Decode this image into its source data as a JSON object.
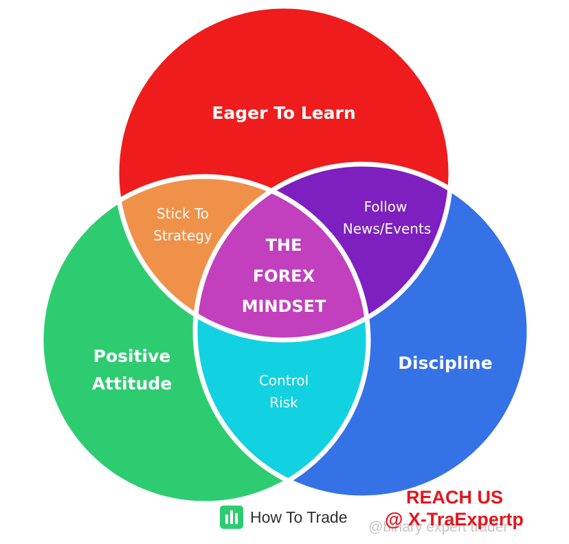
{
  "diagram": {
    "center": [
      "THE",
      "FOREX",
      "MINDSET"
    ],
    "top_circle": "Eager To Learn",
    "left_circle": [
      "Positive",
      "Attitude"
    ],
    "right_circle": "Discipline",
    "overlap_top_left": [
      "Stick To",
      "Strategy"
    ],
    "overlap_top_right": [
      "Follow",
      "News/Events"
    ],
    "overlap_bottom": [
      "Control",
      "Risk"
    ]
  },
  "colors": {
    "top": "#ee1c1c",
    "left": "#2ecc71",
    "right": "#3472e6",
    "top_left": "#f0914a",
    "top_right": "#7d20bf",
    "bottom": "#12d1e0",
    "center": "#c23fbd"
  },
  "footer": {
    "brand_icon": "bar-chart-logo-icon",
    "brand_name": "How To Trade",
    "reach_line1": "REACH US",
    "reach_line2": "@ X-TraExpertp",
    "watermark": "@binary expert trader"
  }
}
